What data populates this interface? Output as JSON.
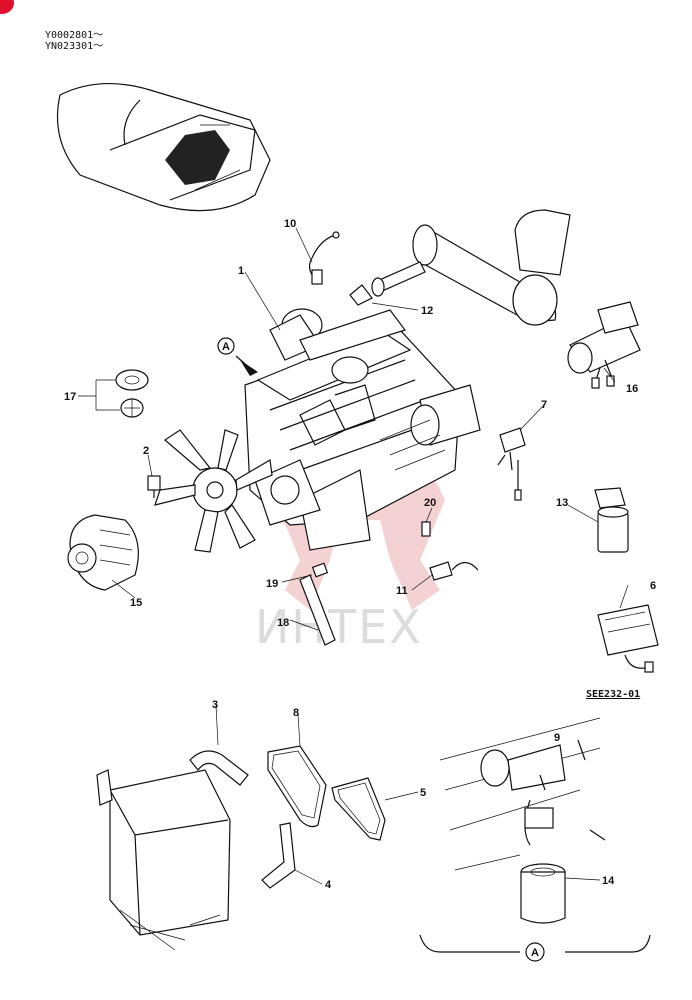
{
  "header": {
    "serial_range_1": "Y0002801～",
    "serial_range_2": "YN023301～"
  },
  "watermark": {
    "text": "ИНТЕХ",
    "logo_color": "#f3c9cc"
  },
  "reference_code": "SEE232-01",
  "view_marker": "A",
  "corner_mark_color": "#e0102c",
  "callouts": [
    "1",
    "2",
    "3",
    "4",
    "5",
    "6",
    "7",
    "8",
    "9",
    "10",
    "11",
    "12",
    "13",
    "14",
    "15",
    "16",
    "17",
    "18",
    "19",
    "20"
  ]
}
